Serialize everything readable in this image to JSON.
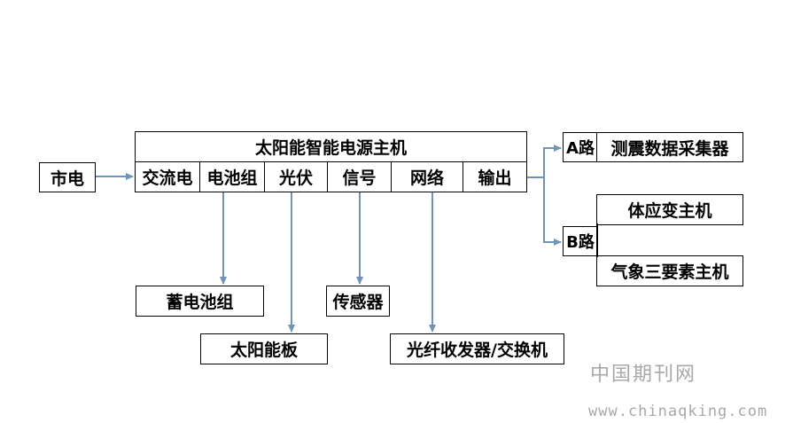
{
  "main_unit": {
    "title": "太阳能智能电源主机",
    "modules": [
      "交流电",
      "电池组",
      "光伏",
      "信号",
      "网络",
      "输出"
    ]
  },
  "input": "市电",
  "peripherals": {
    "battery": "蓄电池组",
    "solar_panel": "太阳能板",
    "sensor": "传感器",
    "fiber": "光纤收发器/交换机"
  },
  "outputs": {
    "a_label": "A路",
    "a_device": "测震数据采集器",
    "b_label": "B路",
    "b_device_1": "体应变主机",
    "b_device_2": "气象三要素主机"
  },
  "watermark": {
    "cn": "中国期刊网",
    "url": "www.chinaqking.com"
  },
  "colors": {
    "arrow": "#7094b8",
    "border": "#000000",
    "watermark": "#a8a8a8"
  }
}
